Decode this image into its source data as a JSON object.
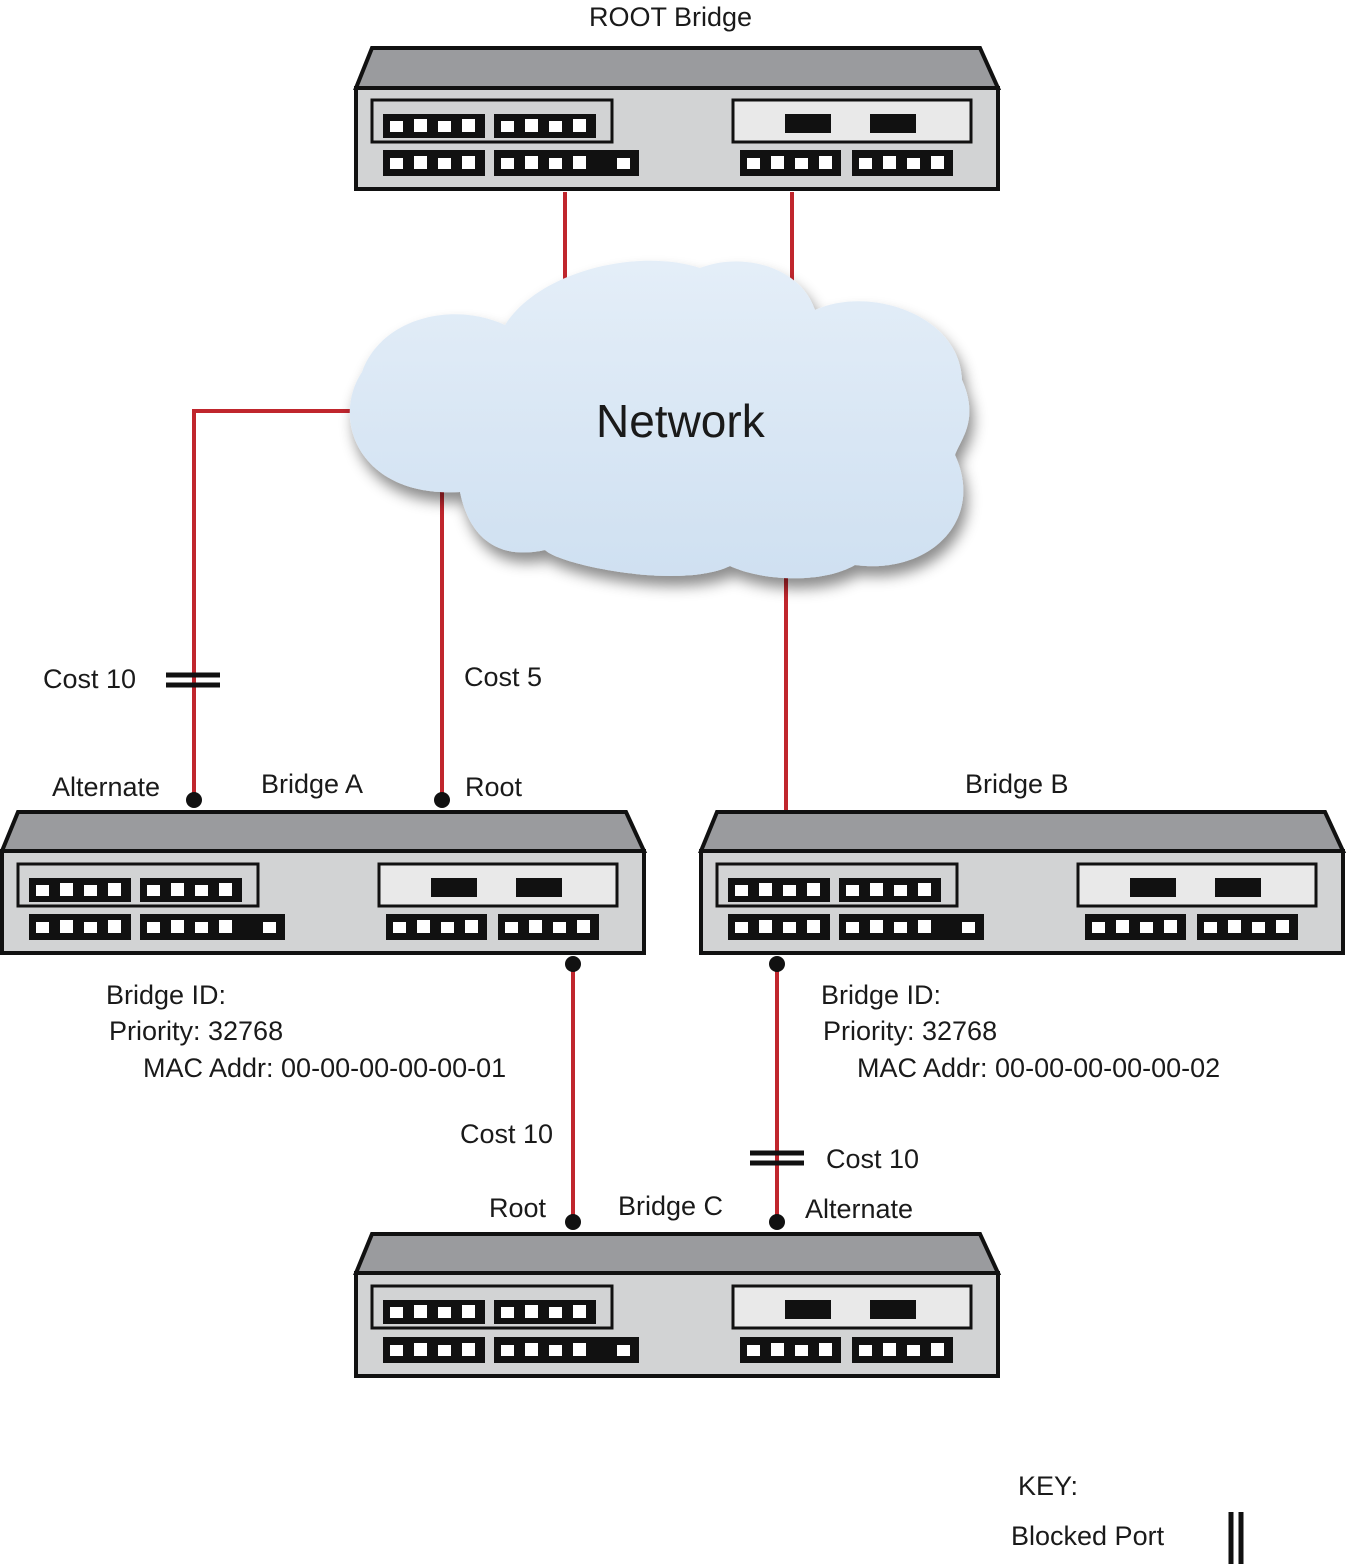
{
  "colors": {
    "link": "#c0262d",
    "cloud_fill": "#dbe9f6",
    "device_top": "#9a9b9e",
    "device_face": "#d2d3d4",
    "outline": "#111111"
  },
  "root_bridge": {
    "label": "ROOT Bridge"
  },
  "network": {
    "label": "Network"
  },
  "bridge_a": {
    "label": "Bridge A",
    "alternate_port_label": "Alternate",
    "root_port_label": "Root",
    "id_heading": "Bridge ID:",
    "priority": "Priority: 32768",
    "mac": "MAC Addr: 00-00-00-00-00-01"
  },
  "bridge_b": {
    "label": "Bridge B",
    "id_heading": "Bridge ID:",
    "priority": "Priority: 32768",
    "mac": "MAC Addr: 00-00-00-00-00-02"
  },
  "bridge_c": {
    "label": "Bridge C",
    "root_port_label": "Root",
    "alternate_port_label": "Alternate"
  },
  "links": {
    "a_alternate_cost": "Cost 10",
    "a_root_cost": "Cost 5",
    "a_to_c_cost": "Cost 10",
    "b_to_c_cost": "Cost 10"
  },
  "key": {
    "title": "KEY:",
    "blocked_port": "Blocked Port"
  }
}
